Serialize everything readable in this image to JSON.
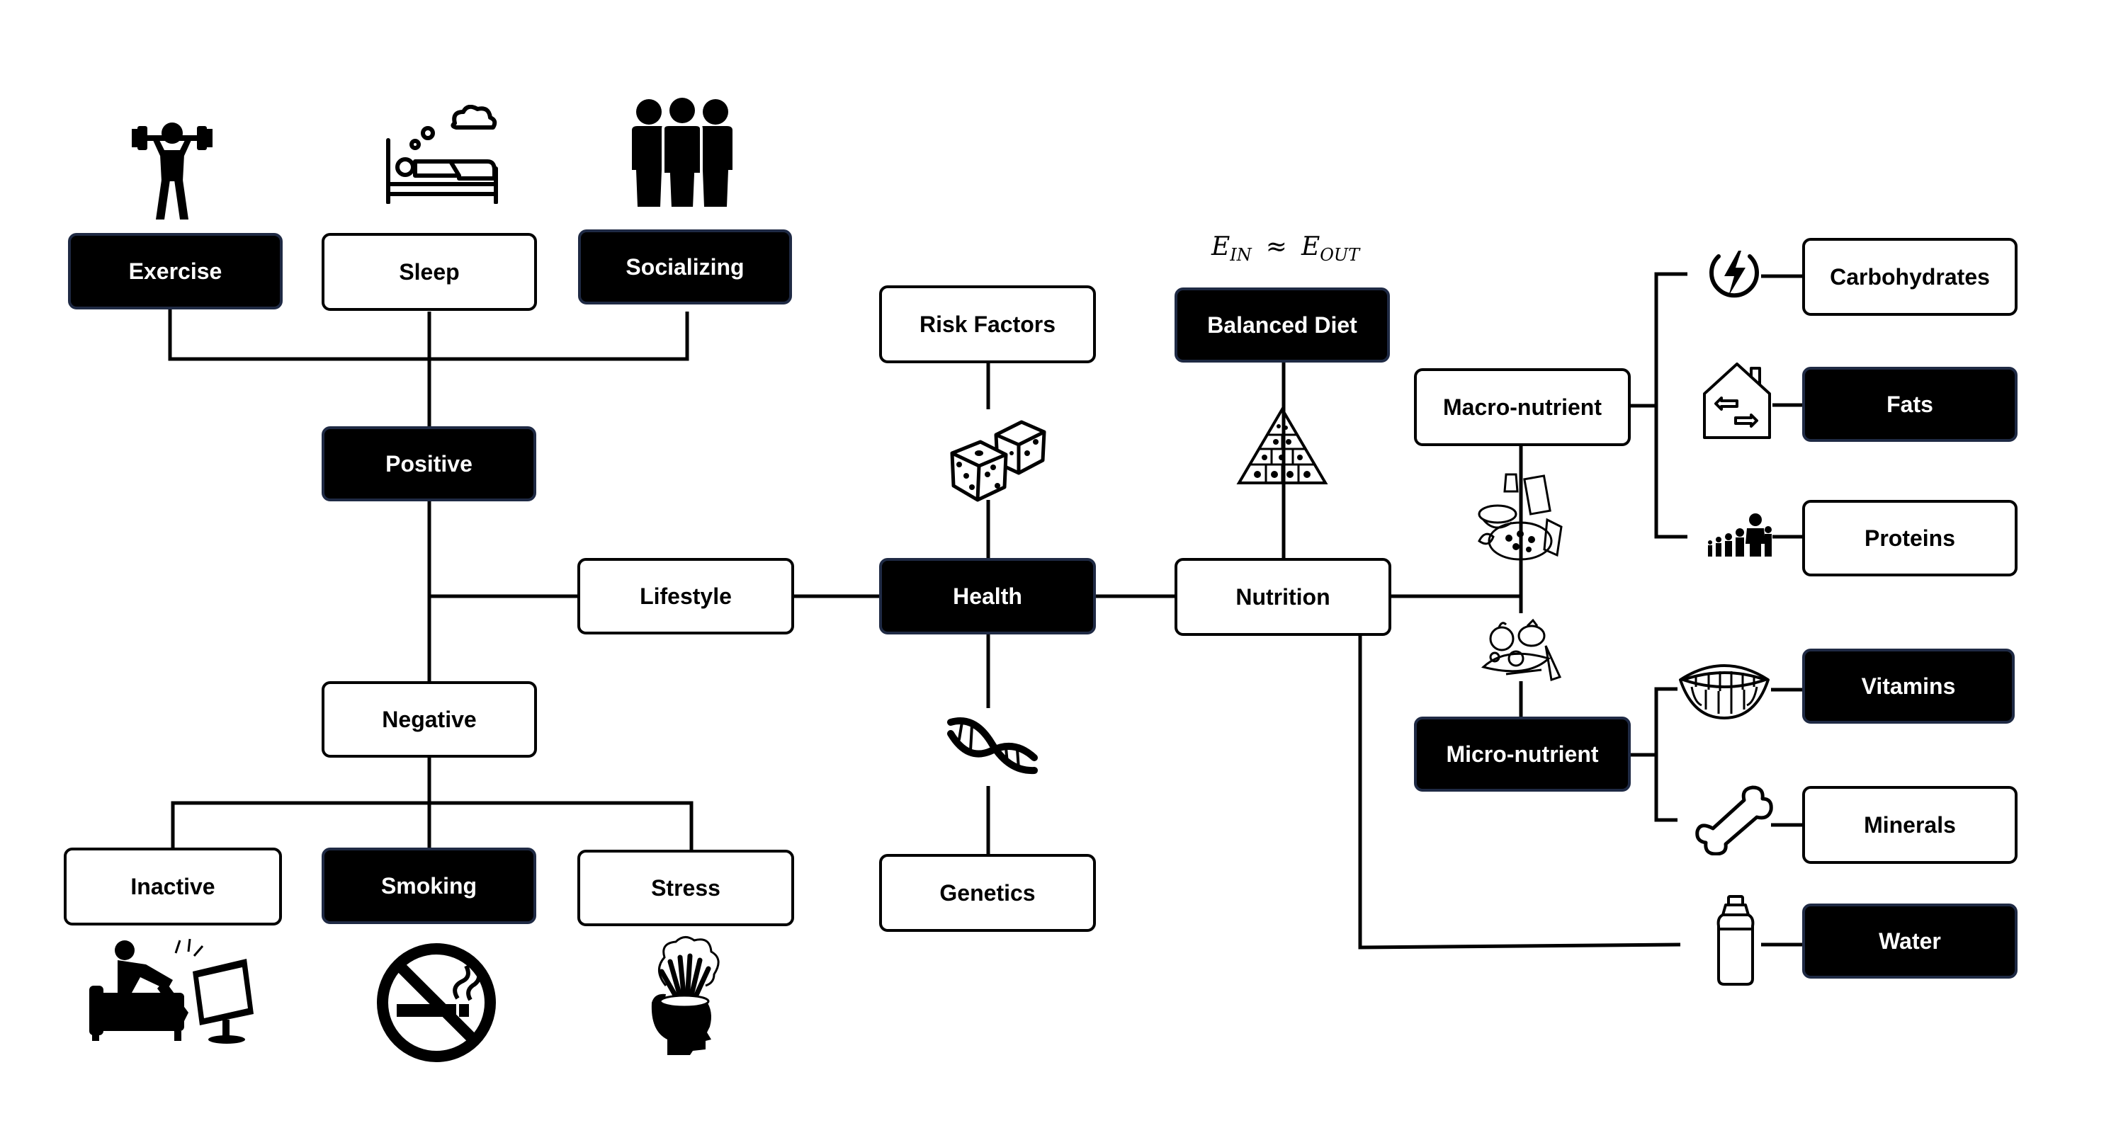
{
  "nodes": {
    "exercise": "Exercise",
    "sleep": "Sleep",
    "socializing": "Socializing",
    "positive": "Positive",
    "lifestyle": "Lifestyle",
    "negative": "Negative",
    "inactive": "Inactive",
    "smoking": "Smoking",
    "stress": "Stress",
    "risk_factors": "Risk Factors",
    "health": "Health",
    "genetics": "Genetics",
    "balanced_diet": "Balanced Diet",
    "nutrition": "Nutrition",
    "macro_nutrient": "Macro-nutrient",
    "micro_nutrient": "Micro-nutrient",
    "carbohydrates": "Carbohydrates",
    "fats": "Fats",
    "proteins": "Proteins",
    "vitamins": "Vitamins",
    "minerals": "Minerals",
    "water": "Water"
  },
  "equation": {
    "e1": "E",
    "sub1": "IN",
    "approx": "≈",
    "e2": "E",
    "sub2": "OUT"
  },
  "icons": [
    "weightlifter-icon",
    "sleeping-bed-icon",
    "group-people-icon",
    "dice-icon",
    "dna-icon",
    "food-pyramid-icon",
    "mixed-foods-icon",
    "vegetables-icon",
    "lightning-icon",
    "house-arrows-icon",
    "family-growth-icon",
    "teeth-icon",
    "bone-icon",
    "water-bottle-icon",
    "couch-tv-icon",
    "no-smoking-icon",
    "stressed-head-icon"
  ],
  "colors": {
    "dark_fill": "#000000",
    "dark_border": "#1f2a44",
    "light_fill": "#ffffff",
    "line": "#000000"
  }
}
